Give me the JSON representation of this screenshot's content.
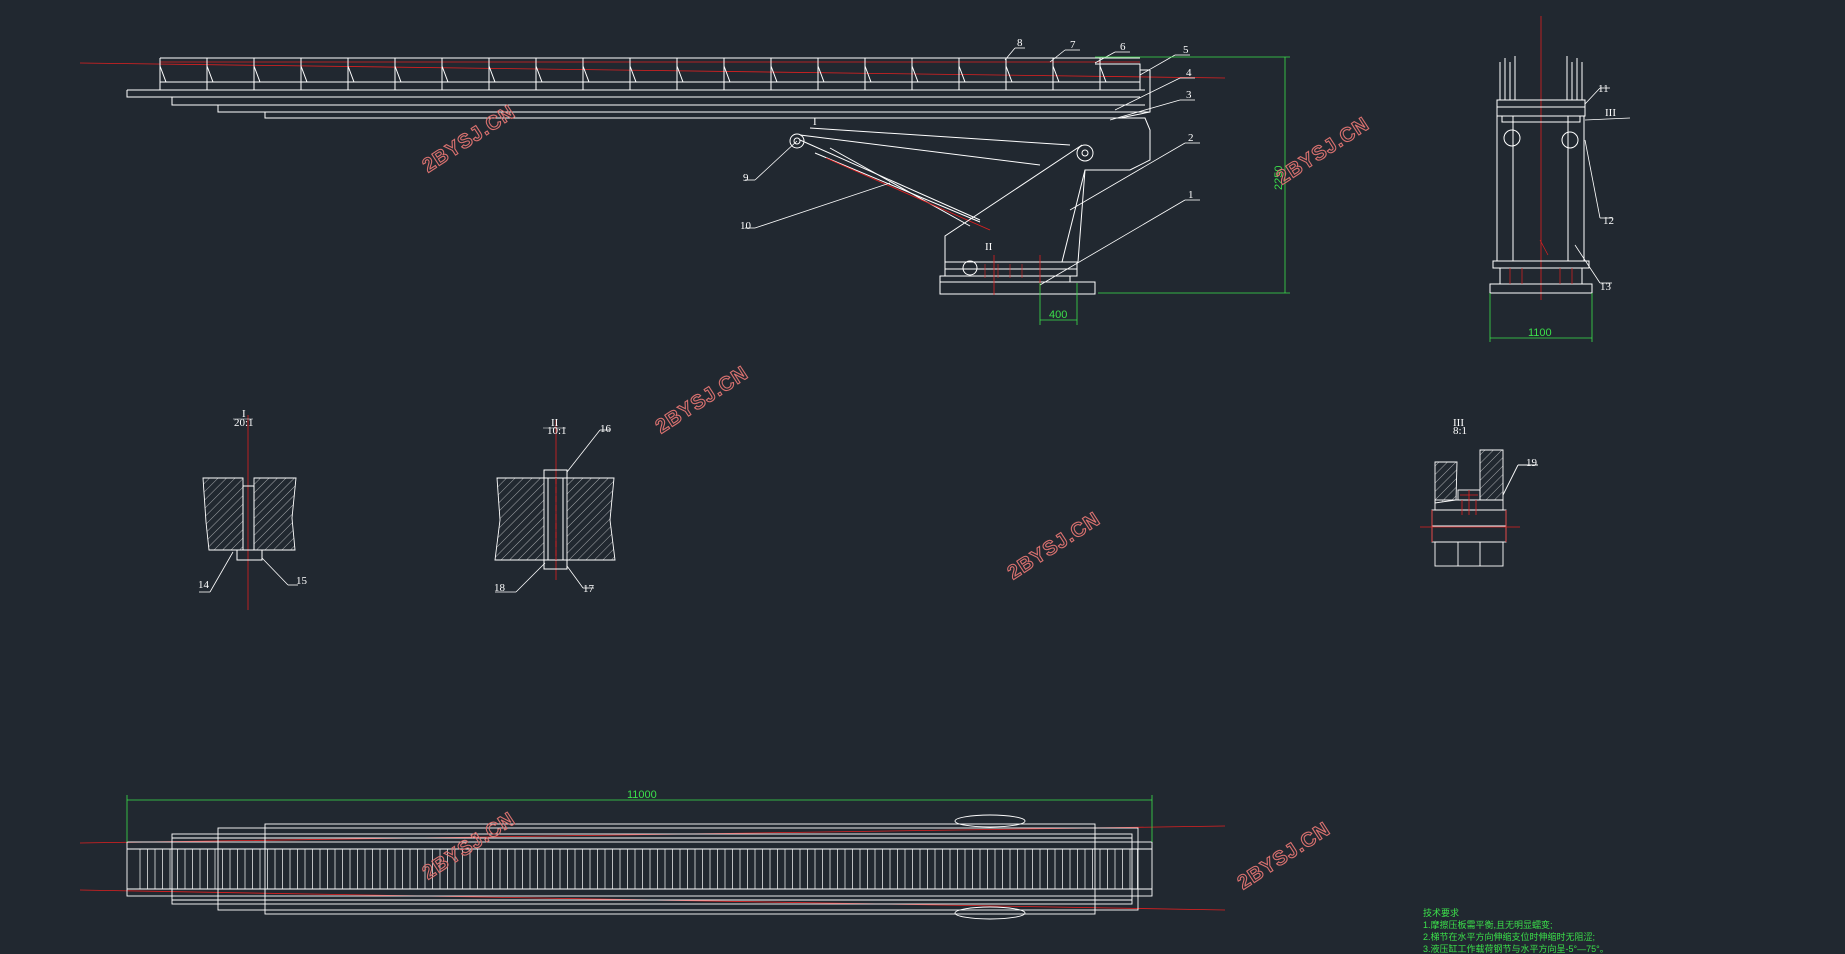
{
  "colors": {
    "background": "#212830",
    "lines": "#ffffff",
    "centerlines": "#e02020",
    "dimensions": "#3be04a",
    "watermark": "#d9716f"
  },
  "watermark": "2BYSJ.CN",
  "dimensions": {
    "base_width": "400",
    "side_width": "1100",
    "total_length": "11000",
    "height": "2250"
  },
  "part_numbers": [
    "1",
    "2",
    "3",
    "4",
    "5",
    "6",
    "7",
    "8",
    "9",
    "10",
    "11",
    "12",
    "13",
    "14",
    "15",
    "16",
    "17",
    "18",
    "19"
  ],
  "detail_labels": {
    "detail_1_title": "I",
    "detail_1_scale": "20:1",
    "detail_2_title": "II",
    "detail_2_scale": "10:1",
    "detail_3_title": "III",
    "detail_3_scale": "8:1",
    "marker_1": "I",
    "marker_2": "II",
    "marker_3": "III"
  },
  "notes": {
    "title": "技术要求",
    "line1": "1.摩擦压板需平衡,且无明显蠕变;",
    "line2": "2.梯节在水平方向伸缩支位时伸缩时无阻涩;",
    "line3": "3.液压缸工作载荷钢节与水平方向呈-5°—75°。"
  }
}
